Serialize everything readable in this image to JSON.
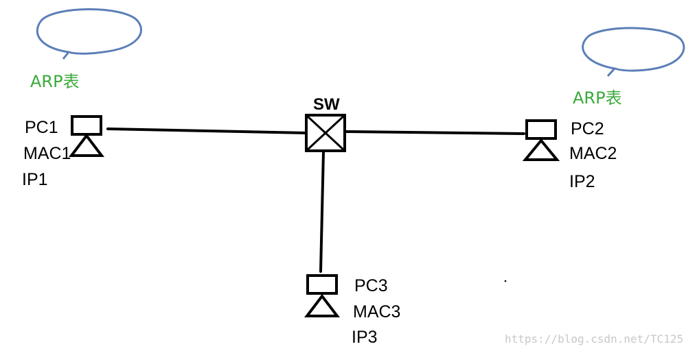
{
  "colors": {
    "line": "#000000",
    "bubble": "#5b7fb8",
    "arp_text": "#3aaa3a",
    "watermark": "#c8c8c8"
  },
  "switch": {
    "label": "SW",
    "icon": "switch-cross-box-icon"
  },
  "hosts": {
    "pc1": {
      "name": "PC1",
      "mac": "MAC1",
      "ip": "IP1",
      "icon": "pc-icon"
    },
    "pc2": {
      "name": "PC2",
      "mac": "MAC2",
      "ip": "IP2",
      "icon": "pc-icon"
    },
    "pc3": {
      "name": "PC3",
      "mac": "MAC3",
      "ip": "IP3",
      "icon": "pc-icon"
    }
  },
  "arp_tables": {
    "left": {
      "label": "ARP表"
    },
    "right": {
      "label": "ARP表"
    }
  },
  "watermark": "https://blog.csdn.net/TC125"
}
